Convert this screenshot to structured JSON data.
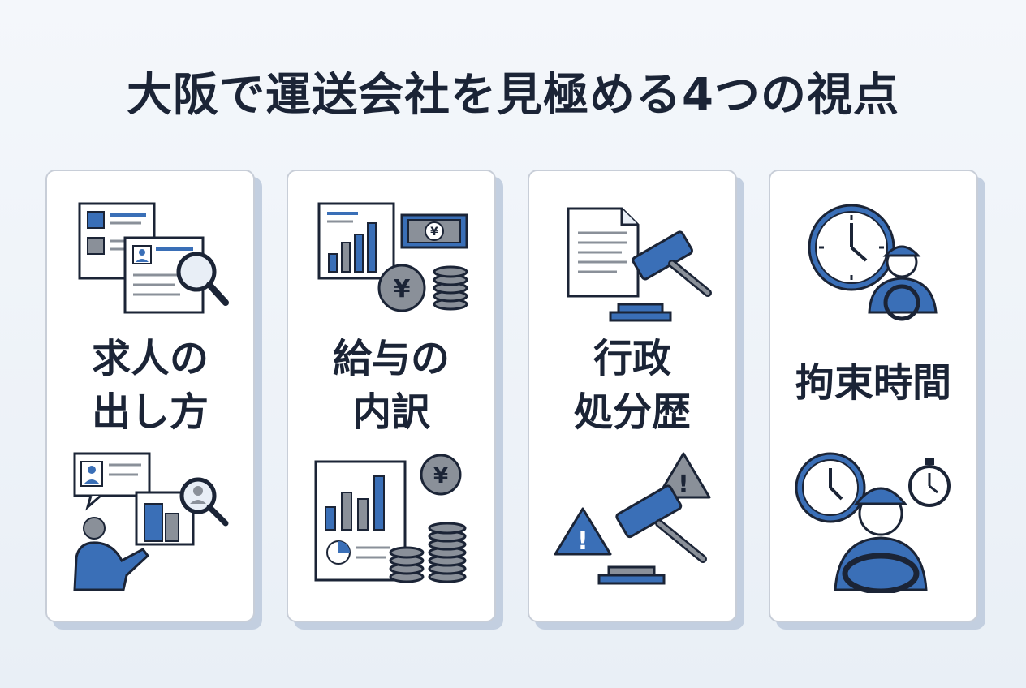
{
  "title": "大阪で運送会社を見極める4つの視点",
  "cards": [
    {
      "lines": [
        "求人の",
        "出し方"
      ]
    },
    {
      "lines": [
        "給与の",
        "内訳"
      ]
    },
    {
      "lines": [
        "行政",
        "処分歴"
      ]
    },
    {
      "lines": [
        "拘束時間"
      ]
    }
  ],
  "icons": {
    "yen_symbol": "¥",
    "warning_symbol": "!"
  },
  "colors": {
    "accent_blue": "#3a6fb7",
    "dark_navy": "#1b2436",
    "gray": "#8a9099",
    "card_shadow": "#c3cfe0"
  }
}
